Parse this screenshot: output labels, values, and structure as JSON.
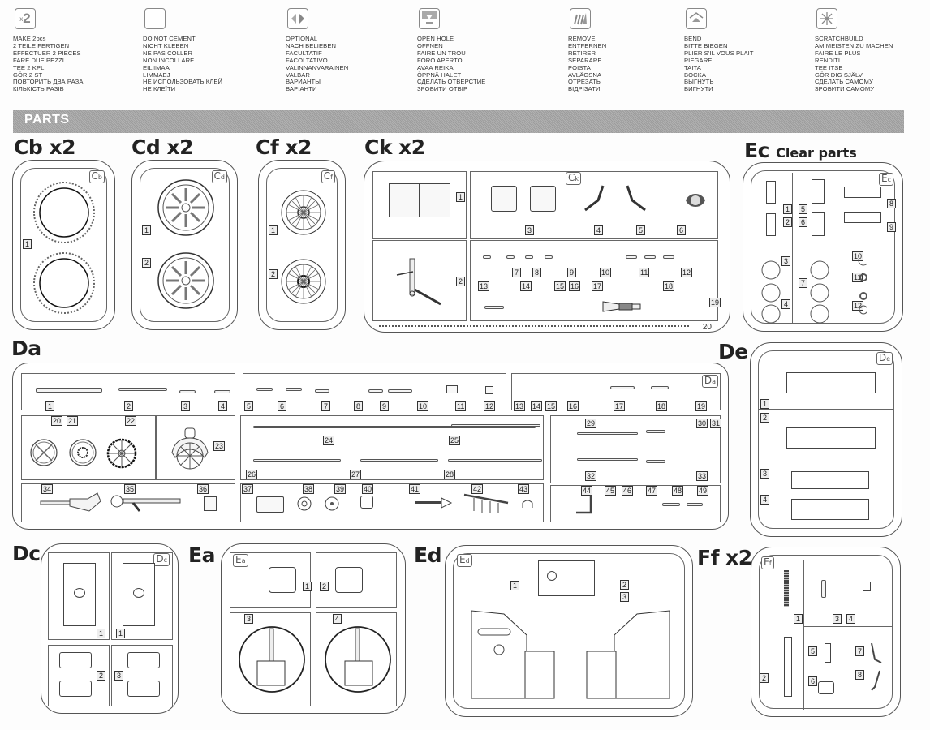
{
  "legend": [
    {
      "icon": "make-2pcs-icon",
      "glyph": "x2",
      "lines": [
        "MAKE 2pcs",
        "2 TEILE FERTIGEN",
        "EFFECTUER 2 PIECES",
        "FARE DUE PEZZI",
        "TEE 2 KPL",
        "GÖR 2 ST",
        "ПОВТОРИТЬ ДВА РАЗА",
        "КІЛЬКІСТЬ РАЗІВ"
      ]
    },
    {
      "icon": "do-not-cement-icon",
      "glyph": "×",
      "lines": [
        "DO NOT CEMENT",
        "NICHT KLEBEN",
        "NE PAS COLLER",
        "NON INCOLLARE",
        "EILIIMAA",
        "LIMMAEJ",
        "НЕ ИСПОЛЬЗОВАТЬ КЛЕЙ",
        "НЕ КЛЕЇТИ"
      ]
    },
    {
      "icon": "optional-icon",
      "glyph": "◆",
      "lines": [
        "OPTIONAL",
        "NACH BELIEBEN",
        "FACULTATIF",
        "FACOLTATIVO",
        "VALINNANVARAINEN",
        "VALBAR",
        "ВАРИАНТЫ",
        "ВАРІАНТИ"
      ]
    },
    {
      "icon": "open-hole-icon",
      "glyph": "▼",
      "lines": [
        "OPEN  HOLE",
        "OFFNEN",
        "FAIRE UN TROU",
        "FORO APERTO",
        "AVAA REIKA",
        "ÖPPNÄ HALET",
        "СДЕЛАТЬ ОТВЕРСТИЕ",
        "ЗРОБИТИ ОТВІР"
      ]
    },
    {
      "icon": "remove-icon",
      "glyph": "///",
      "lines": [
        "REMOVE",
        "ENTFERNEN",
        "RETIRER",
        "SEPARARE",
        "POISTA",
        "AVLÄGSNA",
        "ОТРЕЗАТЬ",
        "ВІДРІЗАТИ"
      ]
    },
    {
      "icon": "bend-icon",
      "glyph": "▲",
      "lines": [
        "BEND",
        "BITTE BIEGEN",
        "PLIER S'IL VOUS PLAIT",
        "PIEGARE",
        "TAITA",
        "BOCKA",
        "ВЫГНУТЬ",
        "ВИГНУТИ"
      ]
    },
    {
      "icon": "scratchbuild-icon",
      "glyph": "✳",
      "lines": [
        "SCRATCHBUILD",
        "AM MEISTEN ZU MACHEN",
        "FAIRE LE PLUS",
        "RENDITI",
        "TEE ITSE",
        "GÖR DIG SJÄLV",
        "СДЕЛАТЬ САМОМУ",
        "ЗРОБИТИ САМОМУ"
      ]
    }
  ],
  "parts_header": "PARTS",
  "sprues": {
    "cb": {
      "title": "Cb x2",
      "tag": "C",
      "tag_sub": "b",
      "numbers": [
        "1"
      ]
    },
    "cd": {
      "title": "Cd x2",
      "tag": "C",
      "tag_sub": "d",
      "numbers": [
        "1",
        "2"
      ]
    },
    "cf": {
      "title": "Cf x2",
      "tag": "C",
      "tag_sub": "f",
      "numbers": [
        "1",
        "2"
      ]
    },
    "ck": {
      "title": "Ck x2",
      "tag": "C",
      "tag_sub": "k",
      "numbers": [
        "1",
        "2",
        "3",
        "4",
        "5",
        "6",
        "7",
        "8",
        "9",
        "10",
        "11",
        "12",
        "13",
        "14",
        "15",
        "16",
        "17",
        "18",
        "19",
        "20"
      ]
    },
    "ec": {
      "title": "Ec",
      "subtitle": "Clear parts",
      "tag": "E",
      "tag_sub": "c",
      "numbers": [
        "1",
        "2",
        "3",
        "4",
        "5",
        "6",
        "7",
        "8",
        "9",
        "10",
        "11",
        "12"
      ]
    },
    "da": {
      "title": "Da",
      "tag": "D",
      "tag_sub": "a",
      "numbers": [
        "1",
        "2",
        "3",
        "4",
        "5",
        "6",
        "7",
        "8",
        "9",
        "10",
        "11",
        "12",
        "13",
        "14",
        "15",
        "16",
        "17",
        "18",
        "19",
        "20",
        "21",
        "22",
        "23",
        "24",
        "25",
        "26",
        "27",
        "28",
        "29",
        "30",
        "31",
        "32",
        "33",
        "34",
        "35",
        "36",
        "37",
        "38",
        "39",
        "40",
        "41",
        "42",
        "43",
        "44",
        "45",
        "46",
        "47",
        "48",
        "49"
      ]
    },
    "de": {
      "title": "De",
      "tag": "D",
      "tag_sub": "e",
      "numbers": [
        "1",
        "2",
        "3",
        "4"
      ]
    },
    "dc": {
      "title": "Dc",
      "tag": "D",
      "tag_sub": "c",
      "numbers": [
        "1",
        "1",
        "2",
        "3"
      ]
    },
    "ea": {
      "title": "Ea",
      "tag": "E",
      "tag_sub": "a",
      "numbers": [
        "1",
        "2",
        "3",
        "4"
      ]
    },
    "ed": {
      "title": "Ed",
      "tag": "E",
      "tag_sub": "d",
      "numbers": [
        "1",
        "2",
        "3"
      ]
    },
    "ff": {
      "title": "Ff x2",
      "tag": "F",
      "tag_sub": "f",
      "numbers": [
        "1",
        "2",
        "3",
        "4",
        "5",
        "6",
        "7",
        "8"
      ]
    }
  }
}
